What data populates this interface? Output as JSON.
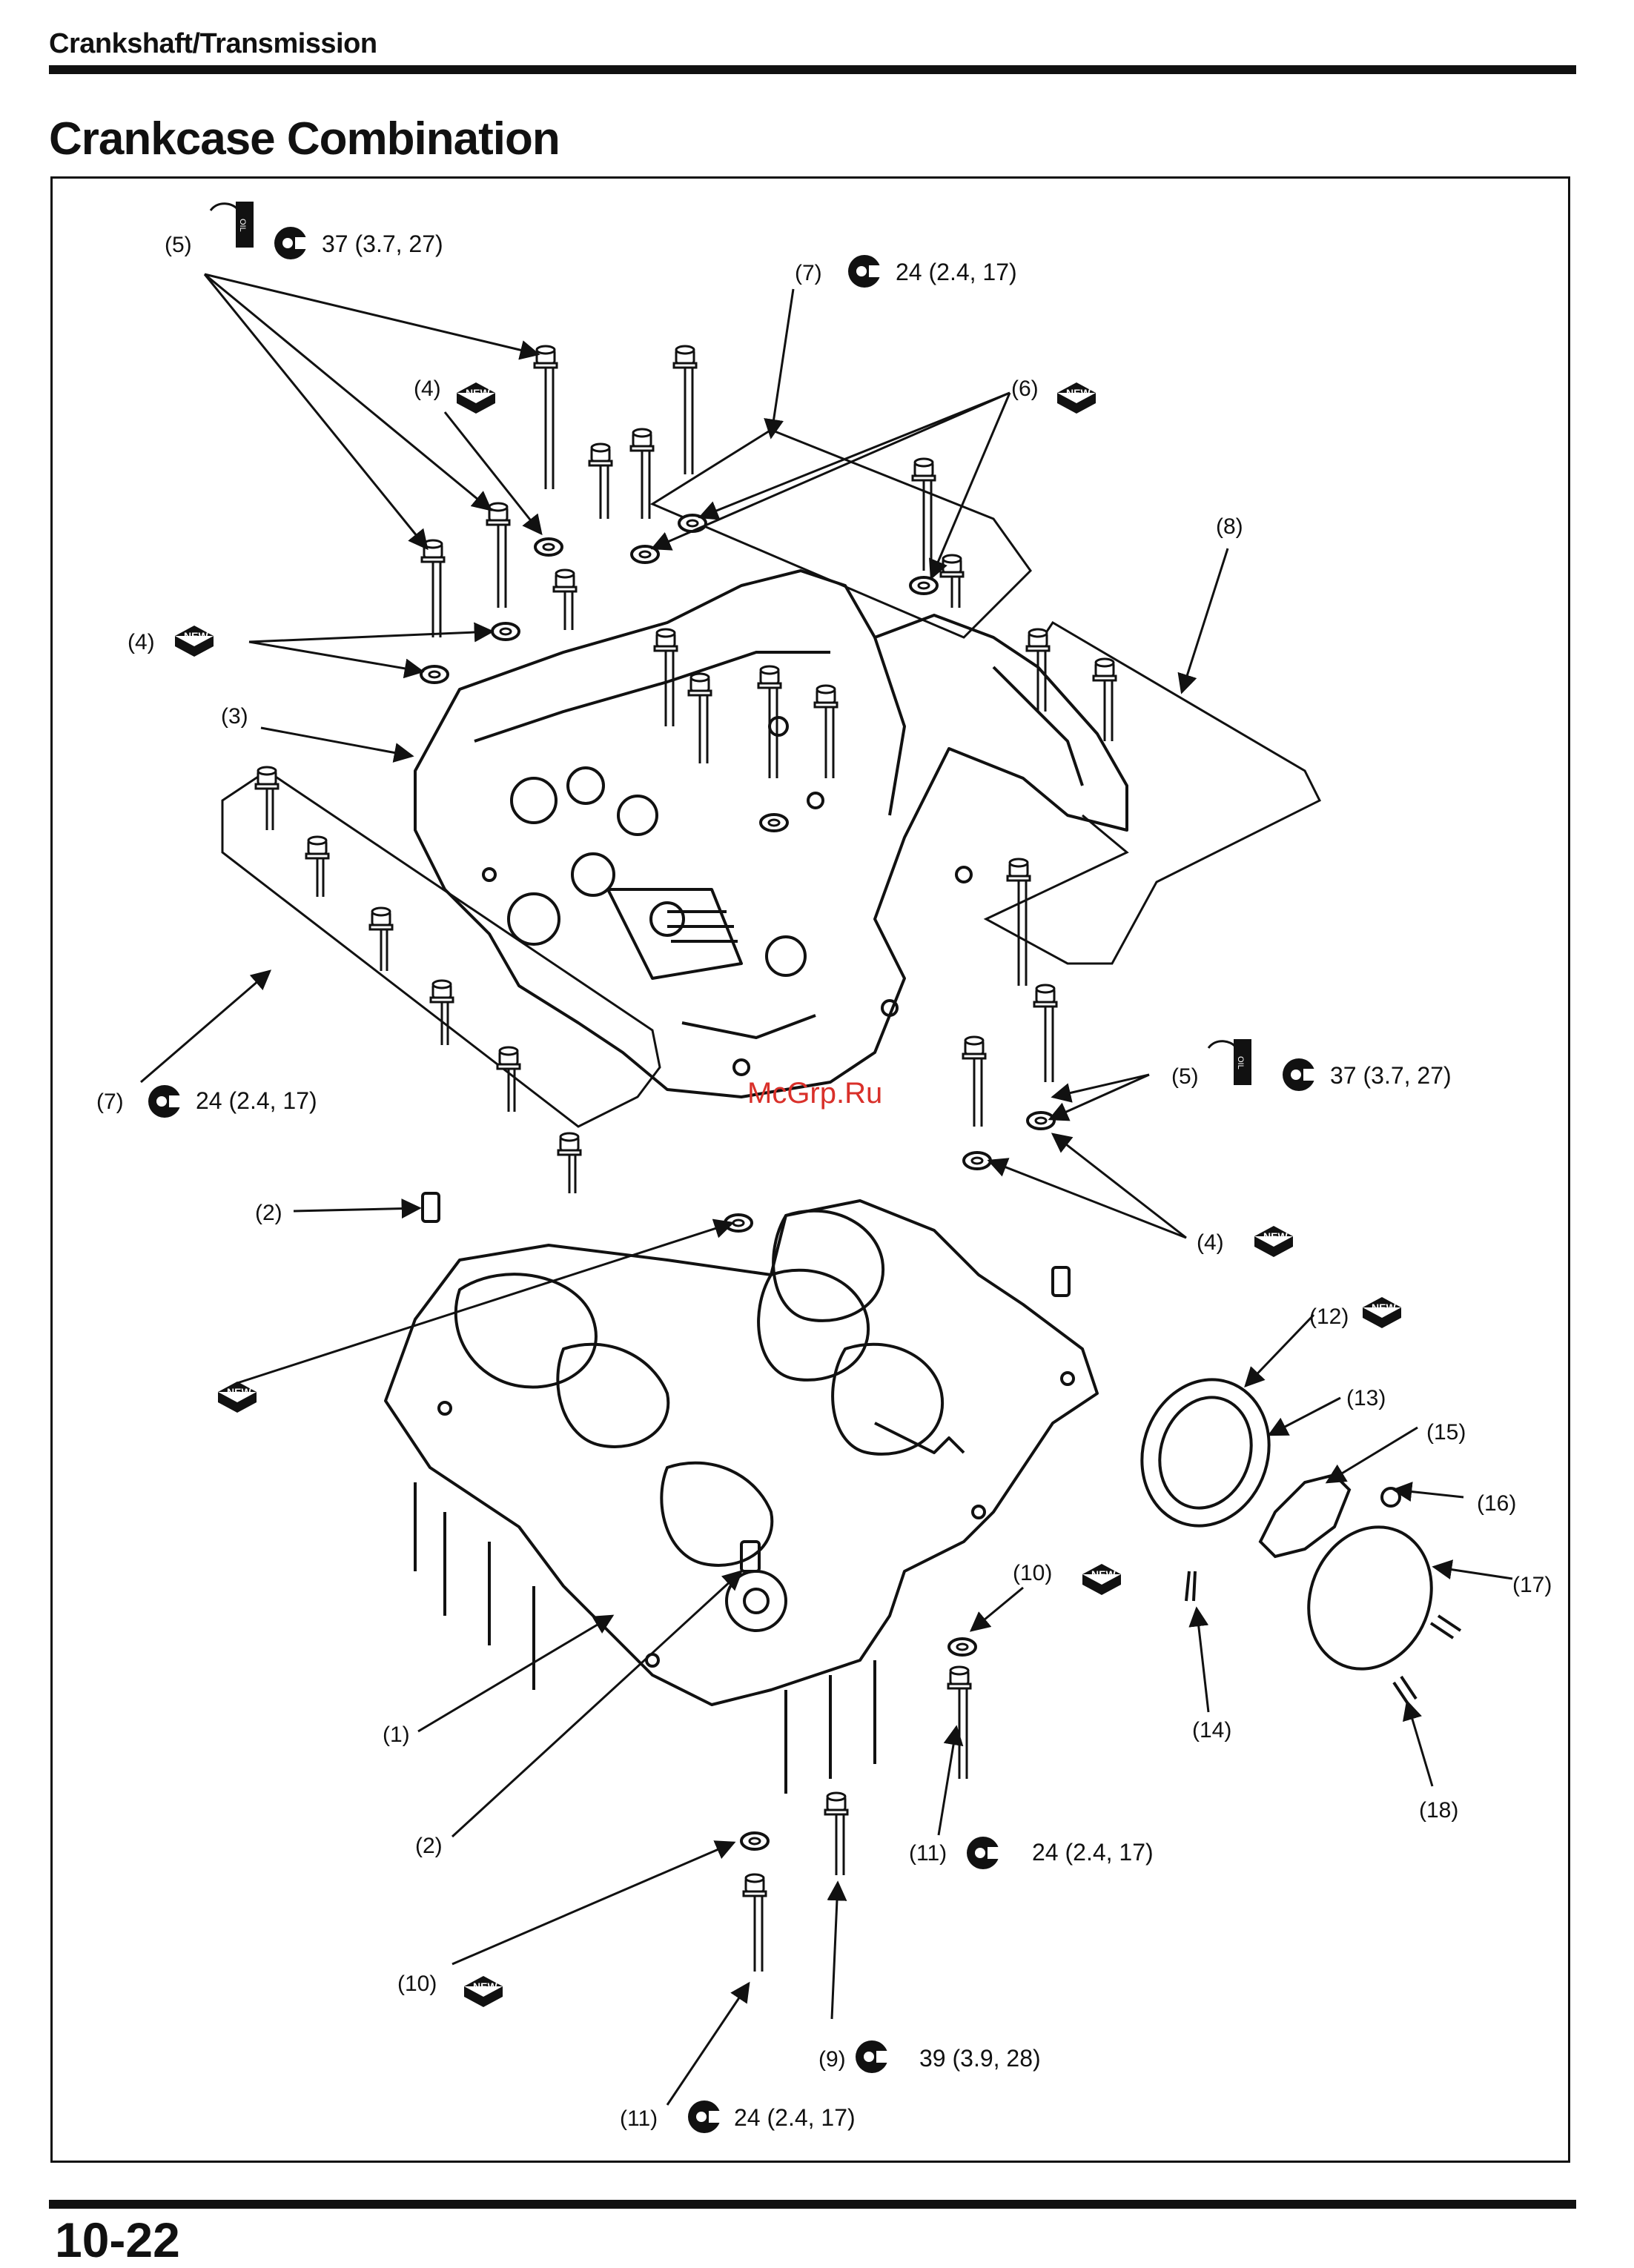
{
  "header": {
    "section": "Crankshaft/Transmission",
    "title": "Crankcase Combination",
    "page_number": "10-22"
  },
  "watermark": "McGrp.Ru",
  "new_badge_text": "NEW",
  "oil_tag_text": "OIL",
  "colors": {
    "ink": "#111111",
    "watermark": "#d9302a"
  },
  "callouts": {
    "c5_top": "(5)",
    "c5_top_torque": "37 (3.7, 27)",
    "c7_top": "(7)",
    "c7_top_torque": "24 (2.4, 17)",
    "c4_a": "(4)",
    "c6": "(6)",
    "c8": "(8)",
    "c4_b": "(4)",
    "c3": "(3)",
    "c7_left": "(7)",
    "c7_left_torque": "24 (2.4, 17)",
    "c5_right": "(5)",
    "c5_right_torque": "37 (3.7, 27)",
    "c2_a": "(2)",
    "c4_c": "(4)",
    "c12": "(12)",
    "c13": "(13)",
    "c15": "(15)",
    "c16": "(16)",
    "c17": "(17)",
    "c14": "(14)",
    "c18": "(18)",
    "c10_a": "(10)",
    "c1": "(1)",
    "c2_b": "(2)",
    "c11_a": "(11)",
    "c11_a_torque": "24 (2.4, 17)",
    "c10_b": "(10)",
    "c9": "(9)",
    "c9_torque": "39 (3.9, 28)",
    "c11_b": "(11)",
    "c11_b_torque": "24 (2.4, 17)"
  }
}
